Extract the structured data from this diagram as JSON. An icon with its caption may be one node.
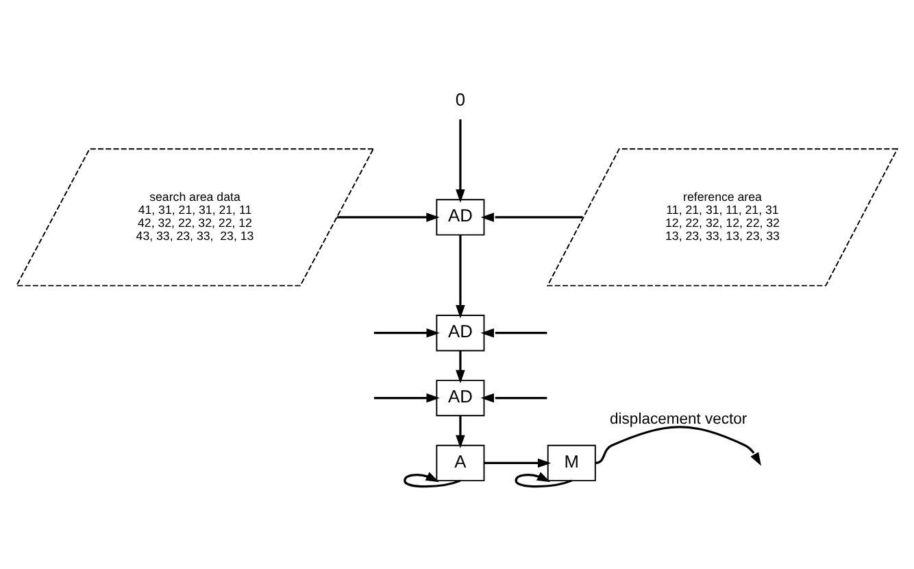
{
  "diagram": {
    "nodes": [
      {
        "text": [
          "0"
        ]
      },
      {
        "text": [
          "search area data",
          "41, 31, 21, 31, 21, 11",
          "42, 32, 22, 32, 22, 12",
          "43, 33, 23, 33,  23, 13"
        ]
      },
      {
        "text": [
          "AD"
        ]
      },
      {
        "text": [
          "AD"
        ]
      },
      {
        "text": [
          "AD"
        ]
      },
      {
        "text": [
          "reference area",
          "11, 21, 31, 11, 21, 31",
          "12, 22, 32, 12, 22, 32",
          "13, 23, 33, 13, 23, 33"
        ]
      },
      {
        "text": [
          "A"
        ]
      },
      {
        "text": [
          "M"
        ]
      }
    ],
    "edges": [
      {
        "from": 0,
        "to": 2,
        "arrow": "to"
      },
      {
        "from": 1,
        "to": 2,
        "arrow": "to"
      },
      {
        "from": 5,
        "to": 2,
        "arrow": "to"
      },
      {
        "from": null,
        "to": 3,
        "arrow": "to"
      },
      {
        "from": null,
        "to": 3,
        "arrow": "to"
      },
      {
        "from": null,
        "to": 4,
        "arrow": "to"
      },
      {
        "from": null,
        "to": 4,
        "arrow": "to"
      },
      {
        "from": 2,
        "to": 3,
        "arrow": "to"
      },
      {
        "from": 3,
        "to": 4,
        "arrow": "to"
      },
      {
        "from": 4,
        "to": 6,
        "arrow": "to"
      },
      {
        "from": 6,
        "to": 6,
        "arrow": "to"
      },
      {
        "from": 6,
        "to": 7,
        "arrow": "to"
      },
      {
        "from": 7,
        "to": 7,
        "arrow": "to"
      },
      {
        "from": 7,
        "to": null,
        "arrow": "to",
        "label": "displacement vector"
      }
    ]
  }
}
